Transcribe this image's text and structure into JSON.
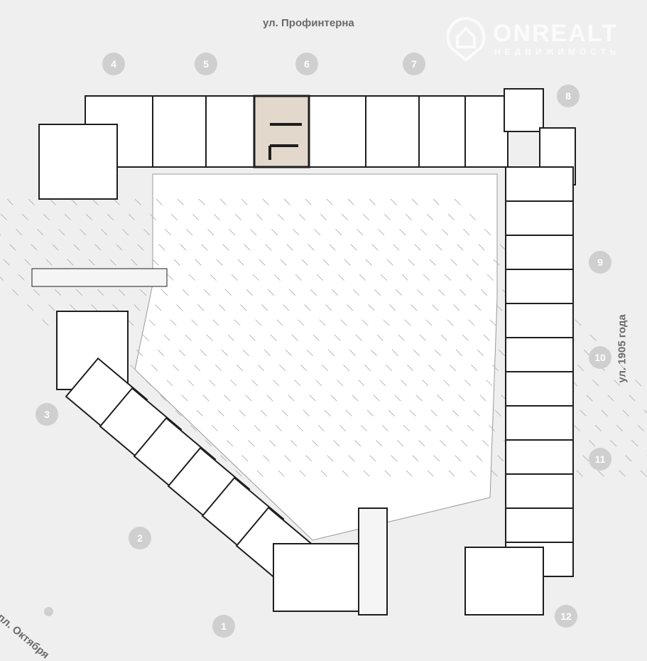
{
  "streets": {
    "top": "ул. Профинтерна",
    "right": "ул. 1905 года",
    "bottom_left": "пл. Октября"
  },
  "logo": {
    "name": "ONREALT",
    "subtitle": "НЕДВИЖИМОСТЬ"
  },
  "sections": [
    {
      "label": "1"
    },
    {
      "label": "2"
    },
    {
      "label": "3"
    },
    {
      "label": "4"
    },
    {
      "label": "5"
    },
    {
      "label": "6"
    },
    {
      "label": "7"
    },
    {
      "label": "8"
    },
    {
      "label": "9"
    },
    {
      "label": "10"
    },
    {
      "label": "11"
    },
    {
      "label": "12"
    }
  ],
  "colors": {
    "background": "#efefef",
    "building": "#ffffff",
    "walls": "#1e1e1e",
    "highlight": "#e2d8cc",
    "marker": "#cfcfcf"
  }
}
